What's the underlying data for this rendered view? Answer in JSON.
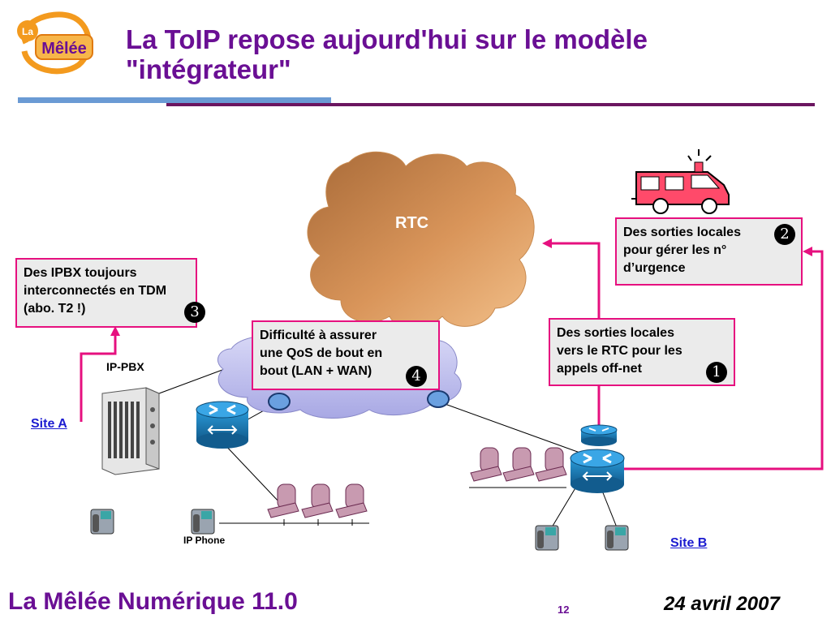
{
  "logo": {
    "line1": "La",
    "line2": "Mêlée"
  },
  "title": {
    "line1": "La ToIP repose aujourd'hui sur le modèle",
    "line2": "\"intégrateur\""
  },
  "diagram": {
    "rtc_label": "RTC",
    "ippbx_label": "IP-PBX",
    "ipphone_label": "IP Phone",
    "site_a": "Site A",
    "site_b": "Site B",
    "callouts": {
      "ipbx": {
        "lines": [
          "Des IPBX toujours",
          "interconnectés en TDM",
          "(abo. T2 !)"
        ],
        "number": "3"
      },
      "qos": {
        "lines": [
          "Difficulté à assurer",
          "une QoS de bout en",
          "bout (LAN + WAN)"
        ],
        "number": "4"
      },
      "offnet": {
        "lines": [
          "Des sorties locales",
          "vers le RTC pour les",
          "appels off-net"
        ],
        "number": "1"
      },
      "urgence": {
        "lines": [
          "Des sorties locales",
          "pour gérer les n°",
          "d’urgence"
        ],
        "number": "2"
      }
    }
  },
  "footer": {
    "event": "La Mêlée Numérique 11.0",
    "page": "12",
    "date": "24 avril 2007"
  },
  "colors": {
    "title": "#6a0f94",
    "callout_border": "#e6107f",
    "link_line": "#e6107f",
    "rtc_cloud": "#c98a50",
    "wan_cloud": "#b8b8ee",
    "router": "#1a7bb4",
    "site_link": "#1b1bd0"
  }
}
